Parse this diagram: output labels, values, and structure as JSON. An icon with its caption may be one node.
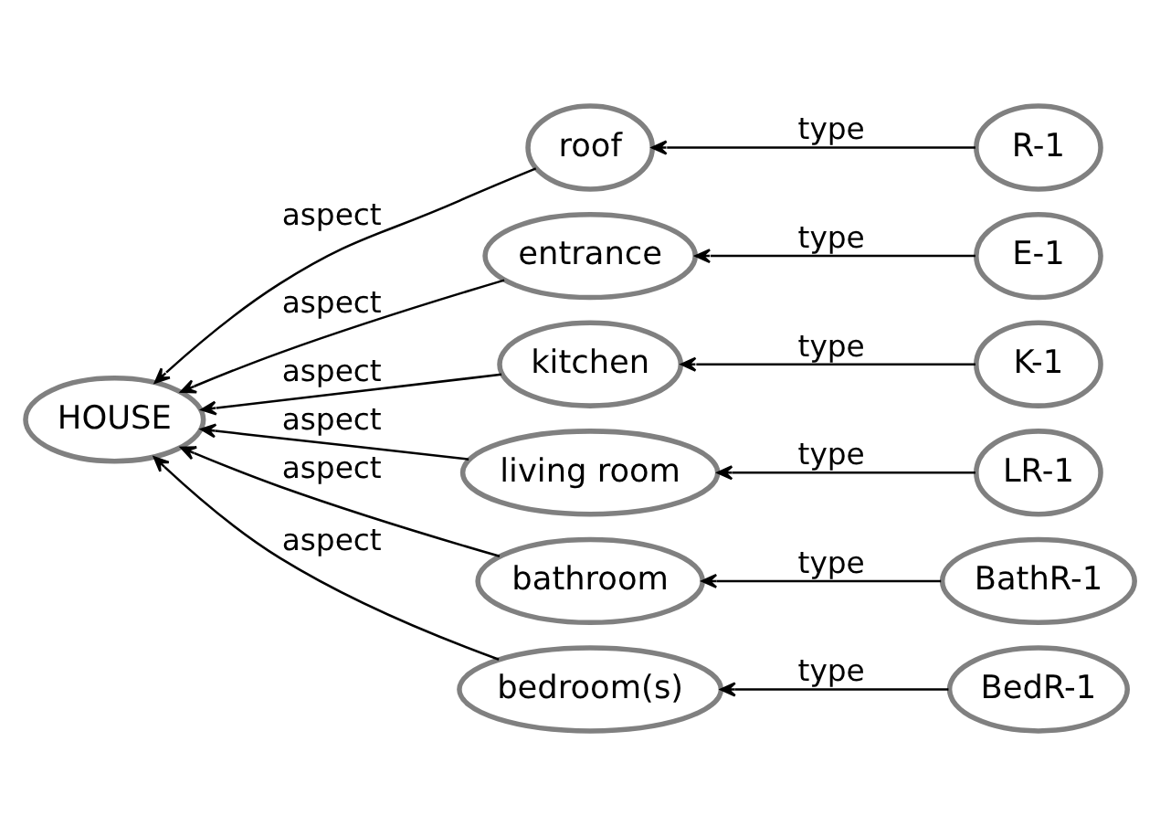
{
  "diagram": {
    "nodes": [
      {
        "text": [
          "HOUSE"
        ]
      },
      {
        "text": [
          "roof"
        ]
      },
      {
        "text": [
          "entrance"
        ]
      },
      {
        "text": [
          "kitchen"
        ]
      },
      {
        "text": [
          "living room"
        ]
      },
      {
        "text": [
          "bathroom"
        ]
      },
      {
        "text": [
          "bedroom(s)"
        ]
      },
      {
        "text": [
          "R-1"
        ]
      },
      {
        "text": [
          "E-1"
        ]
      },
      {
        "text": [
          "K-1"
        ]
      },
      {
        "text": [
          "LR-1"
        ]
      },
      {
        "text": [
          "BathR-1"
        ]
      },
      {
        "text": [
          "BedR-1"
        ]
      }
    ],
    "edges": [
      {
        "from": 1,
        "to": 0,
        "arrow": "to",
        "label": "aspect"
      },
      {
        "from": 2,
        "to": 0,
        "arrow": "to",
        "label": "aspect"
      },
      {
        "from": 3,
        "to": 0,
        "arrow": "to",
        "label": "aspect"
      },
      {
        "from": 4,
        "to": 0,
        "arrow": "to",
        "label": "aspect"
      },
      {
        "from": 5,
        "to": 0,
        "arrow": "to",
        "label": "aspect"
      },
      {
        "from": 6,
        "to": 0,
        "arrow": "to",
        "label": "aspect"
      },
      {
        "from": 7,
        "to": 1,
        "arrow": "to",
        "label": "type"
      },
      {
        "from": 8,
        "to": 2,
        "arrow": "to",
        "label": "type"
      },
      {
        "from": 9,
        "to": 3,
        "arrow": "to",
        "label": "type"
      },
      {
        "from": 10,
        "to": 4,
        "arrow": "to",
        "label": "type"
      },
      {
        "from": 11,
        "to": 5,
        "arrow": "to",
        "label": "type"
      },
      {
        "from": 12,
        "to": 6,
        "arrow": "to",
        "label": "type"
      }
    ]
  }
}
